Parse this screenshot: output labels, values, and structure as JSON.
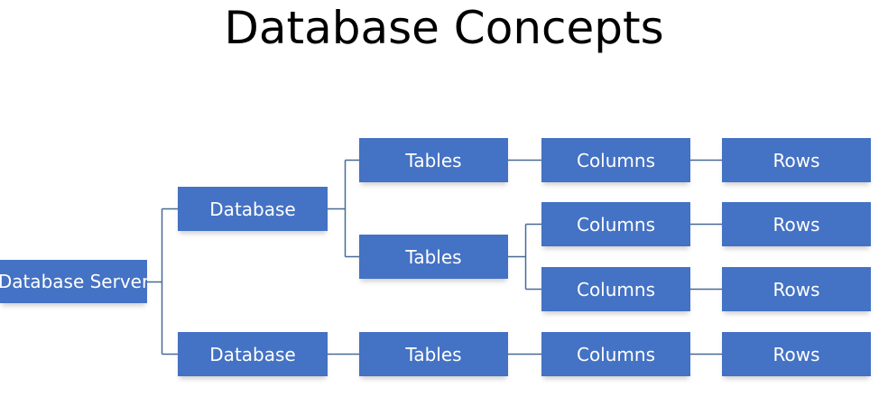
{
  "title": "Database Concepts",
  "colors": {
    "node_fill": "#4472C4",
    "node_text": "#FFFFFF",
    "connector": "#476A96",
    "title_text": "#000000"
  },
  "tree": {
    "root": {
      "label": "Database Server",
      "children": [
        {
          "label": "Database",
          "children": [
            {
              "label": "Tables",
              "children": [
                {
                  "label": "Columns",
                  "children": [
                    {
                      "label": "Rows"
                    }
                  ]
                }
              ]
            },
            {
              "label": "Tables",
              "children": [
                {
                  "label": "Columns",
                  "children": [
                    {
                      "label": "Rows"
                    }
                  ]
                },
                {
                  "label": "Columns",
                  "children": [
                    {
                      "label": "Rows"
                    }
                  ]
                }
              ]
            }
          ]
        },
        {
          "label": "Database",
          "children": [
            {
              "label": "Tables",
              "children": [
                {
                  "label": "Columns",
                  "children": [
                    {
                      "label": "Rows"
                    }
                  ]
                }
              ]
            }
          ]
        }
      ]
    }
  }
}
